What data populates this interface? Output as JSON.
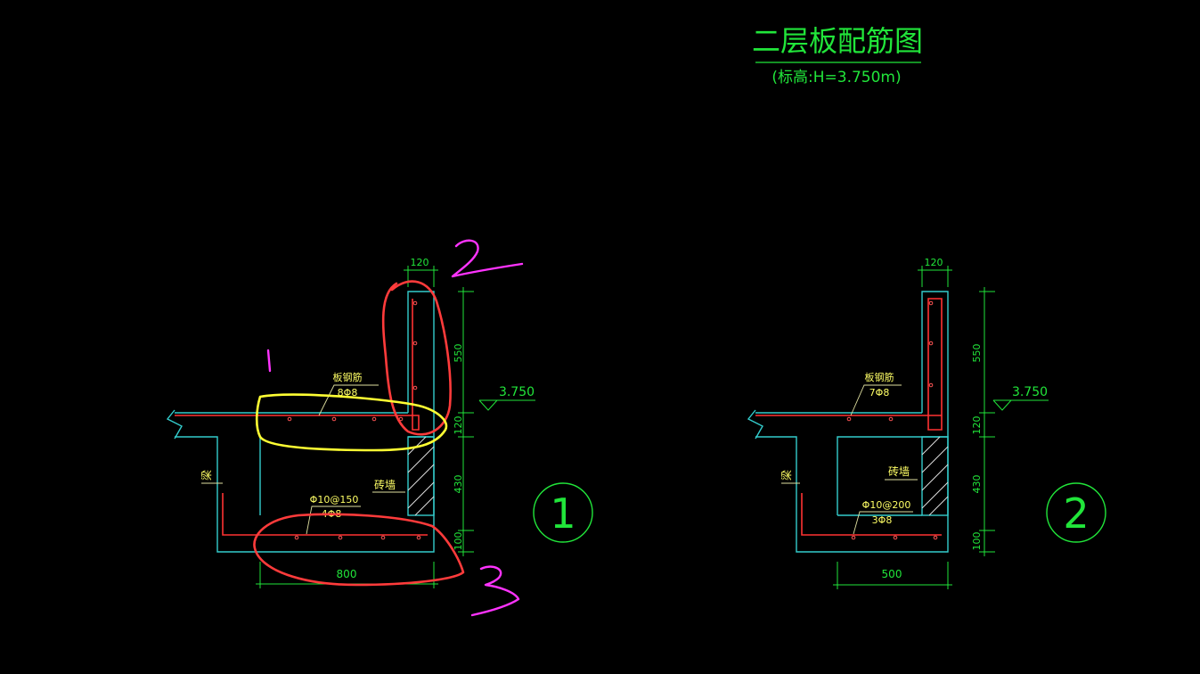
{
  "title": {
    "main": "二层板配筋图",
    "sub": "(标高:H=3.750m)"
  },
  "colors": {
    "background": "#000000",
    "outline_cyan": "#33cccc",
    "rebar_red": "#ff3333",
    "dimension_green": "#21e53a",
    "label_yellow": "#ffff66",
    "markup_red": "#ff3b3b",
    "markup_yellow": "#ffff33",
    "markup_magenta": "#ff33ff"
  },
  "section1": {
    "dim_top": "120",
    "dim_550": "550",
    "dim_120": "120",
    "dim_430": "430",
    "dim_100": "100",
    "dim_width": "800",
    "elevation": "3.750",
    "label_slab_rebar": "板钢筋",
    "label_slab_rebar_spec": "8Φ8",
    "label_beam": "梁",
    "label_brick_wall": "砖墙",
    "label_bottom_rebar": "Φ10@150",
    "label_bottom_rebar_spec": "4Φ8",
    "section_number": "1"
  },
  "section2": {
    "dim_top": "120",
    "dim_550": "550",
    "dim_120": "120",
    "dim_430": "430",
    "dim_100": "100",
    "dim_width": "500",
    "elevation": "3.750",
    "label_slab_rebar": "板钢筋",
    "label_slab_rebar_spec": "7Φ8",
    "label_beam": "梁",
    "label_brick_wall": "砖墙",
    "label_bottom_rebar": "Φ10@200",
    "label_bottom_rebar_spec": "3Φ8",
    "section_number": "2"
  },
  "markup_numbers": {
    "one": "1",
    "two": "2",
    "three": "3"
  }
}
